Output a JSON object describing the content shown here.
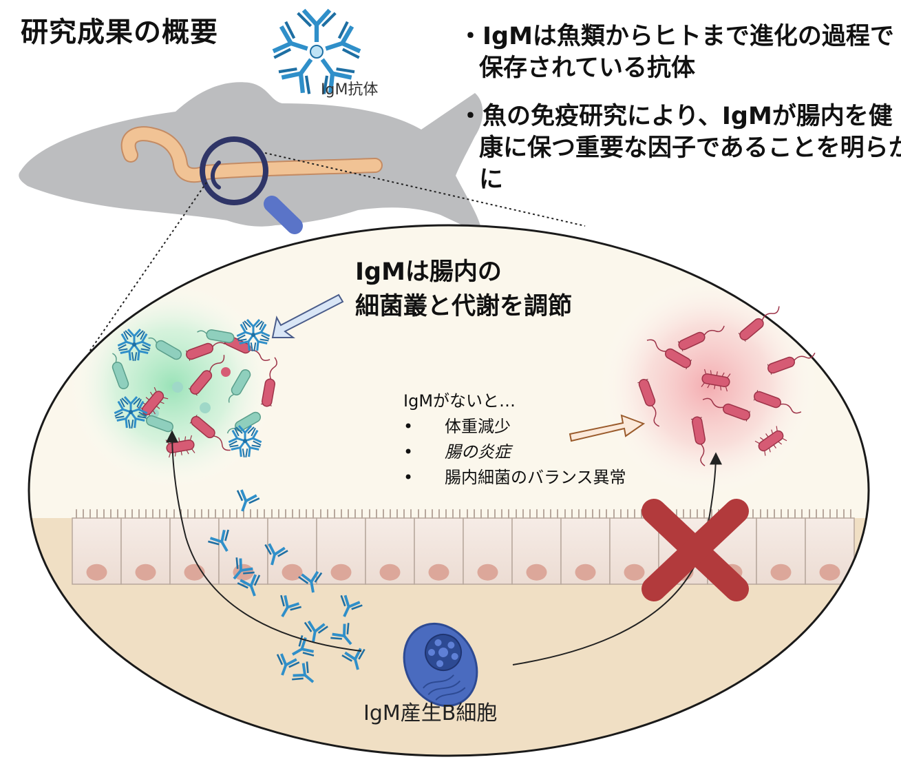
{
  "title": "研究成果の概要",
  "antibody_caption": "IgM抗体",
  "bullets": [
    "・IgMは魚類からヒトまで進化の過程で保存されている抗体",
    "・魚の免疫研究により、IgMが腸内を健康に保つ重要な因子であることを明らかに"
  ],
  "callout": {
    "line1": "IgMは腸内の",
    "line2": "細菌叢と代謝を調節"
  },
  "absence": {
    "heading": "IgMがないと…",
    "items": [
      "体重減少",
      "腸の炎症",
      "腸内細菌のバランス異常"
    ]
  },
  "bcell_label": "IgM産生B細胞",
  "colors": {
    "fish": "#bcbdbf",
    "gut": "#f1c395",
    "magnifier": "#2f3567",
    "magnifier_handle": "#5a74c8",
    "ellipse_fill": "#fbf7ec",
    "lamina": "#f0dfc4",
    "epithelium": "#f1e4dc",
    "nucleus": "#dca79a",
    "antibody": "#2f8fc9",
    "healthy_glow": "#8fe0b2",
    "dysbiosis_glow": "#f3a3a9",
    "bacteria": "#d65b74",
    "cross": "#b23a3c",
    "bcell": "#4a6bbf"
  },
  "icons": [
    "igm-antibody-icon",
    "magnifier-icon",
    "bacteria-icon",
    "b-cell-icon",
    "cross-icon"
  ]
}
